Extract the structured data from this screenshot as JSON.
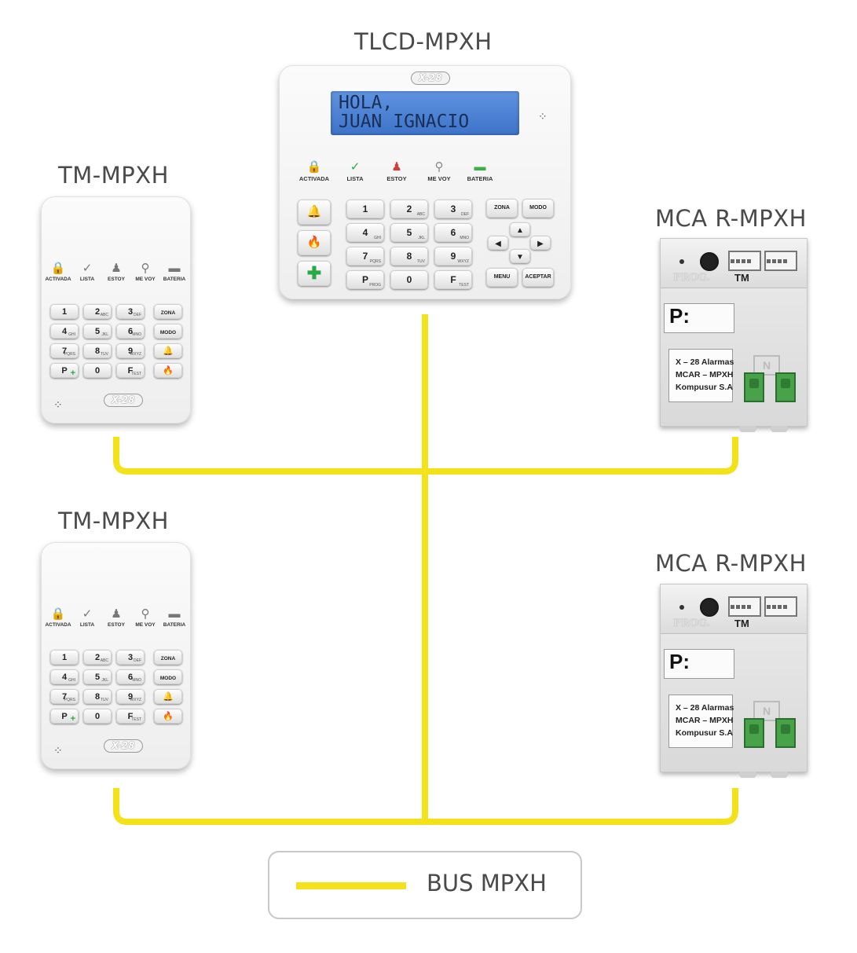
{
  "labels": {
    "tlcd": "TLCD-MPXH",
    "tm_top": "TM-MPXH",
    "tm_bottom": "TM-MPXH",
    "mca_top": "MCA R-MPXH",
    "mca_bottom": "MCA R-MPXH"
  },
  "legend": {
    "text": "BUS MPXH",
    "color": "#f3e21a"
  },
  "colors": {
    "bus": "#f3e21a",
    "lcd": "#4a80d6"
  },
  "tlcd": {
    "logo": "X-28",
    "lcd_line1": "HOLA,",
    "lcd_line2": "JUAN IGNACIO",
    "indicators": [
      {
        "icon": "lock-icon",
        "glyph": "🔒",
        "label": "ACTIVADA",
        "color": "#888888"
      },
      {
        "icon": "check-icon",
        "glyph": "✓",
        "label": "LISTA",
        "color": "#2aa84a"
      },
      {
        "icon": "person-seated-icon",
        "glyph": "♟",
        "label": "ESTOY",
        "color": "#d23b3b"
      },
      {
        "icon": "walking-icon",
        "glyph": "⚲",
        "label": "ME VOY",
        "color": "#888888"
      },
      {
        "icon": "battery-icon",
        "glyph": "▬",
        "label": "BATERIA",
        "color": "#3cae4a"
      }
    ],
    "keys": [
      {
        "k": "1",
        "s": ""
      },
      {
        "k": "2",
        "s": "ABC"
      },
      {
        "k": "3",
        "s": "DEF"
      },
      {
        "k": "4",
        "s": "GHI"
      },
      {
        "k": "5",
        "s": "JKL"
      },
      {
        "k": "6",
        "s": "MNO"
      },
      {
        "k": "7",
        "s": "PQRS"
      },
      {
        "k": "8",
        "s": "TUV"
      },
      {
        "k": "9",
        "s": "WXYZ"
      },
      {
        "k": "P",
        "s": "PROG"
      },
      {
        "k": "0",
        "s": ""
      },
      {
        "k": "F",
        "s": "TEST"
      }
    ],
    "zona": "ZONA",
    "modo": "MODO",
    "menu": "MENU",
    "aceptar": "ACEPTAR"
  },
  "tm": {
    "logo": "X-28",
    "indicators": [
      {
        "icon": "lock-icon",
        "glyph": "🔒",
        "label": "ACTIVADA"
      },
      {
        "icon": "check-icon",
        "glyph": "✓",
        "label": "LISTA"
      },
      {
        "icon": "person-seated-icon",
        "glyph": "♟",
        "label": "ESTOY"
      },
      {
        "icon": "walking-icon",
        "glyph": "⚲",
        "label": "ME VOY"
      },
      {
        "icon": "battery-icon",
        "glyph": "▬",
        "label": "BATERIA"
      }
    ],
    "keys": [
      {
        "k": "1",
        "s": ""
      },
      {
        "k": "2",
        "s": "ABC"
      },
      {
        "k": "3",
        "s": "DEF"
      },
      {
        "k": "4",
        "s": "GHI"
      },
      {
        "k": "5",
        "s": "JKL"
      },
      {
        "k": "6",
        "s": "MNO"
      },
      {
        "k": "7",
        "s": "PQRS"
      },
      {
        "k": "8",
        "s": "TUV"
      },
      {
        "k": "9",
        "s": "WXYZ"
      },
      {
        "k": "P",
        "s": "+"
      },
      {
        "k": "0",
        "s": ""
      },
      {
        "k": "F",
        "s": "TEST"
      }
    ],
    "zona": "ZONA",
    "modo": "MODO"
  },
  "mca": {
    "prog": "PROG.",
    "tm": "TM",
    "p": "P:",
    "line1": "X – 28 Alarmas",
    "line2": "MCAR – MPXH",
    "line3": "Kompusur S.A"
  }
}
